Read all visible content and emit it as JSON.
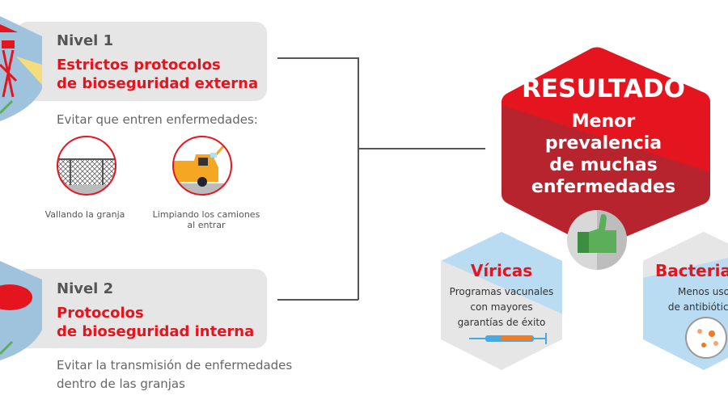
{
  "nivel1": {
    "label": "Nivel 1",
    "title_l1": "Estrictos protocolos",
    "title_l2": "de bioseguridad externa",
    "intro": "Evitar que entren enfermedades:",
    "items": [
      {
        "caption": "Vallando la granja"
      },
      {
        "caption_l1": "Limpiando los camiones",
        "caption_l2": "al entrar"
      }
    ]
  },
  "nivel2": {
    "label": "Nivel 2",
    "title_l1": "Protocolos",
    "title_l2": "de bioseguridad interna",
    "desc_l1": "Evitar la transmisión de enfermedades",
    "desc_l2": "dentro de las granjas"
  },
  "resultado": {
    "title": "RESULTADO",
    "l1": "Menor",
    "l2": "prevalencia",
    "l3": "de muchas",
    "l4": "enfermedades"
  },
  "viricas": {
    "title": "Víricas",
    "l1": "Programas vacunales",
    "l2": "con mayores",
    "l3": "garantías de éxito"
  },
  "bacterias": {
    "title": "Bacterias",
    "l1": "Menos uso",
    "l2": "de antibióticos"
  },
  "colors": {
    "red": "#e4151f",
    "darkred": "#b8242e",
    "blue": "#b9dcf2",
    "gray": "#e6e6e6",
    "green": "#5cae5a"
  }
}
